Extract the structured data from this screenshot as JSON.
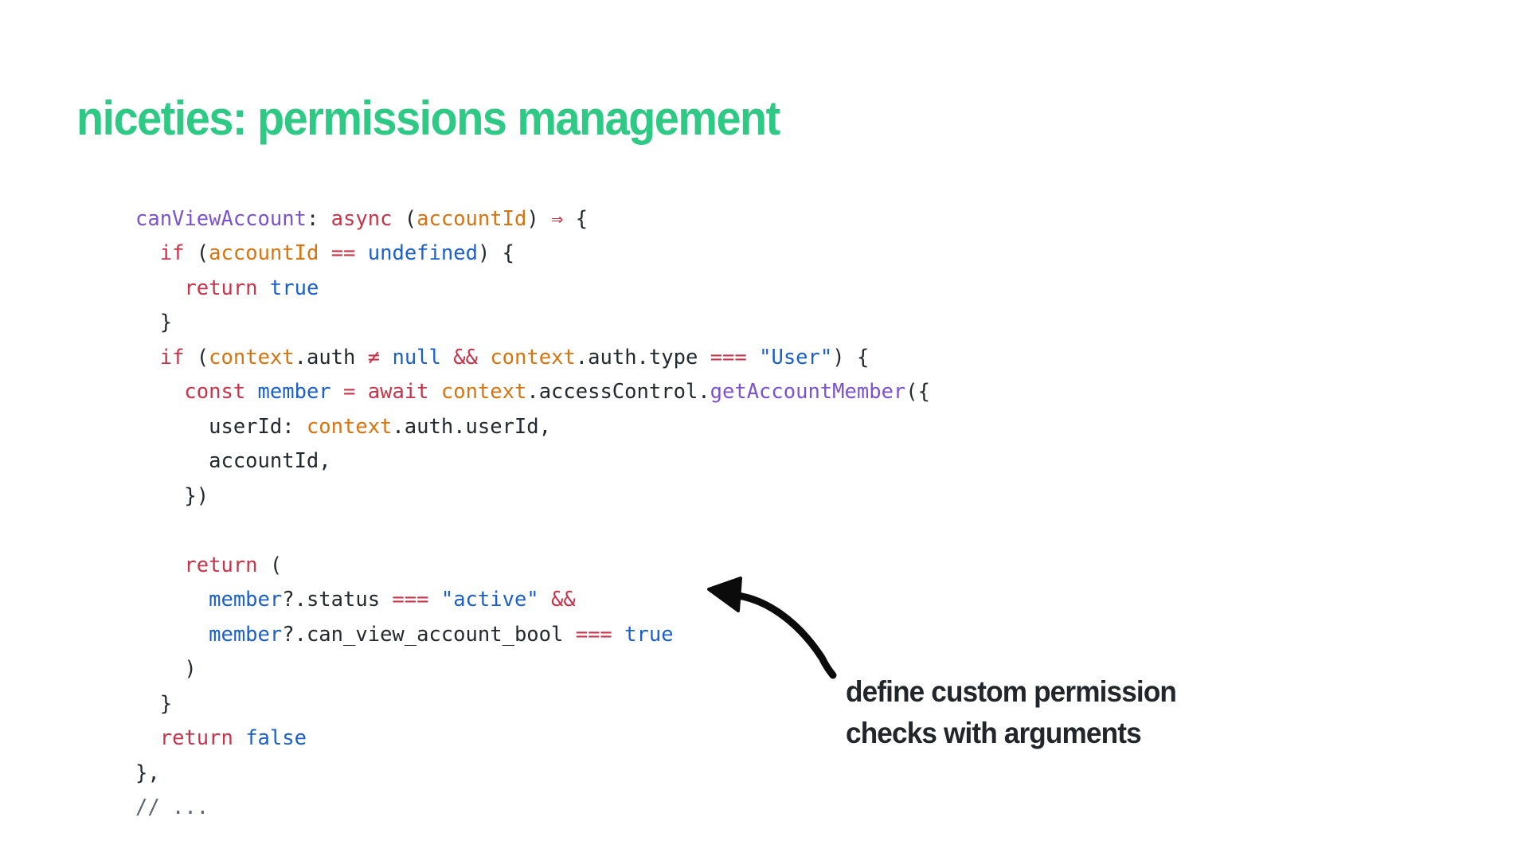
{
  "slide": {
    "title": "niceties: permissions management",
    "background_color": "#ffffff",
    "title_color": "#2ec984"
  },
  "code": {
    "language": "javascript",
    "lines": [
      [
        {
          "text": "canViewAccount",
          "cls": "t-prop"
        },
        {
          "text": ": ",
          "cls": "t-punc"
        },
        {
          "text": "async",
          "cls": "t-kw"
        },
        {
          "text": " (",
          "cls": "t-punc"
        },
        {
          "text": "accountId",
          "cls": "t-param"
        },
        {
          "text": ") ",
          "cls": "t-punc"
        },
        {
          "text": "⇒",
          "cls": "t-op"
        },
        {
          "text": " {",
          "cls": "t-punc"
        }
      ],
      [
        {
          "text": "  ",
          "cls": "t-plain"
        },
        {
          "text": "if",
          "cls": "t-kw"
        },
        {
          "text": " (",
          "cls": "t-punc"
        },
        {
          "text": "accountId",
          "cls": "t-param"
        },
        {
          "text": " ",
          "cls": "t-plain"
        },
        {
          "text": "==",
          "cls": "t-op"
        },
        {
          "text": " ",
          "cls": "t-plain"
        },
        {
          "text": "undefined",
          "cls": "t-const"
        },
        {
          "text": ") {",
          "cls": "t-punc"
        }
      ],
      [
        {
          "text": "    ",
          "cls": "t-plain"
        },
        {
          "text": "return",
          "cls": "t-kw"
        },
        {
          "text": " ",
          "cls": "t-plain"
        },
        {
          "text": "true",
          "cls": "t-const"
        }
      ],
      [
        {
          "text": "  }",
          "cls": "t-punc"
        }
      ],
      [
        {
          "text": "  ",
          "cls": "t-plain"
        },
        {
          "text": "if",
          "cls": "t-kw"
        },
        {
          "text": " (",
          "cls": "t-punc"
        },
        {
          "text": "context",
          "cls": "t-param"
        },
        {
          "text": ".auth ",
          "cls": "t-plain"
        },
        {
          "text": "≠",
          "cls": "t-op"
        },
        {
          "text": " ",
          "cls": "t-plain"
        },
        {
          "text": "null",
          "cls": "t-const"
        },
        {
          "text": " ",
          "cls": "t-plain"
        },
        {
          "text": "&&",
          "cls": "t-op"
        },
        {
          "text": " ",
          "cls": "t-plain"
        },
        {
          "text": "context",
          "cls": "t-param"
        },
        {
          "text": ".auth.type ",
          "cls": "t-plain"
        },
        {
          "text": "===",
          "cls": "t-op"
        },
        {
          "text": " ",
          "cls": "t-plain"
        },
        {
          "text": "\"User\"",
          "cls": "t-str"
        },
        {
          "text": ") {",
          "cls": "t-punc"
        }
      ],
      [
        {
          "text": "    ",
          "cls": "t-plain"
        },
        {
          "text": "const",
          "cls": "t-kw"
        },
        {
          "text": " ",
          "cls": "t-plain"
        },
        {
          "text": "member",
          "cls": "t-var"
        },
        {
          "text": " ",
          "cls": "t-plain"
        },
        {
          "text": "=",
          "cls": "t-op"
        },
        {
          "text": " ",
          "cls": "t-plain"
        },
        {
          "text": "await",
          "cls": "t-kw"
        },
        {
          "text": " ",
          "cls": "t-plain"
        },
        {
          "text": "context",
          "cls": "t-param"
        },
        {
          "text": ".accessControl.",
          "cls": "t-plain"
        },
        {
          "text": "getAccountMember",
          "cls": "t-fn"
        },
        {
          "text": "({",
          "cls": "t-punc"
        }
      ],
      [
        {
          "text": "      userId: ",
          "cls": "t-plain"
        },
        {
          "text": "context",
          "cls": "t-param"
        },
        {
          "text": ".auth.userId,",
          "cls": "t-plain"
        }
      ],
      [
        {
          "text": "      accountId,",
          "cls": "t-plain"
        }
      ],
      [
        {
          "text": "    })",
          "cls": "t-punc"
        }
      ],
      [
        {
          "text": "",
          "cls": "t-plain"
        }
      ],
      [
        {
          "text": "    ",
          "cls": "t-plain"
        },
        {
          "text": "return",
          "cls": "t-kw"
        },
        {
          "text": " (",
          "cls": "t-punc"
        }
      ],
      [
        {
          "text": "      ",
          "cls": "t-plain"
        },
        {
          "text": "member",
          "cls": "t-var"
        },
        {
          "text": "?.status ",
          "cls": "t-plain"
        },
        {
          "text": "===",
          "cls": "t-op"
        },
        {
          "text": " ",
          "cls": "t-plain"
        },
        {
          "text": "\"active\"",
          "cls": "t-str"
        },
        {
          "text": " ",
          "cls": "t-plain"
        },
        {
          "text": "&&",
          "cls": "t-op"
        }
      ],
      [
        {
          "text": "      ",
          "cls": "t-plain"
        },
        {
          "text": "member",
          "cls": "t-var"
        },
        {
          "text": "?.can_view_account_bool ",
          "cls": "t-plain"
        },
        {
          "text": "===",
          "cls": "t-op"
        },
        {
          "text": " ",
          "cls": "t-plain"
        },
        {
          "text": "true",
          "cls": "t-const"
        }
      ],
      [
        {
          "text": "    )",
          "cls": "t-punc"
        }
      ],
      [
        {
          "text": "  }",
          "cls": "t-punc"
        }
      ],
      [
        {
          "text": "  ",
          "cls": "t-plain"
        },
        {
          "text": "return",
          "cls": "t-kw"
        },
        {
          "text": " ",
          "cls": "t-plain"
        },
        {
          "text": "false",
          "cls": "t-const"
        }
      ],
      [
        {
          "text": "},",
          "cls": "t-punc"
        }
      ],
      [
        {
          "text": "// ...",
          "cls": "t-comment"
        }
      ]
    ],
    "plain_text": "canViewAccount: async (accountId) ⇒ {\n  if (accountId == undefined) {\n    return true\n  }\n  if (context.auth ≠ null && context.auth.type === \"User\") {\n    const member = await context.accessControl.getAccountMember({\n      userId: context.auth.userId,\n      accountId,\n    })\n\n    return (\n      member?.status === \"active\" &&\n      member?.can_view_account_bool === true\n    )\n  }\n  return false\n},\n// ..."
  },
  "annotation": {
    "line1": "define custom permission",
    "line2": "checks with arguments",
    "color": "#22252a",
    "arrow": {
      "icon": "curved-arrow-left",
      "color": "#0b0b0b",
      "points_to": "member?.status === \"active\" line"
    }
  }
}
